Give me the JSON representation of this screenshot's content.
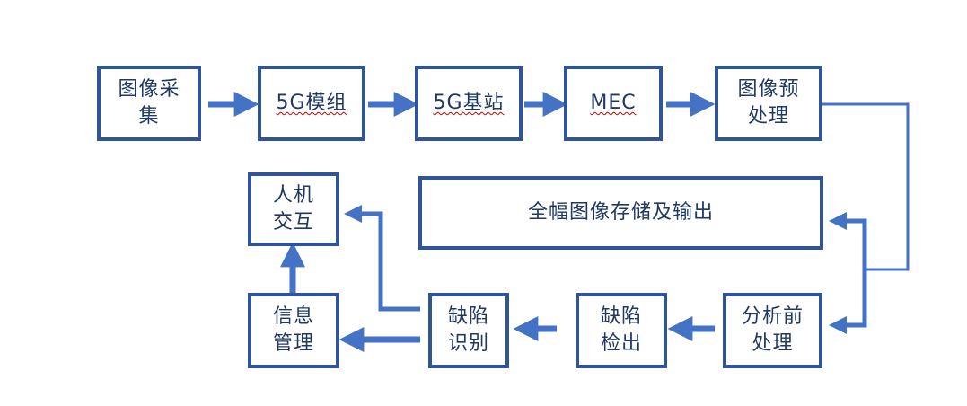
{
  "diagram": {
    "colors": {
      "box_border": "#2F5597",
      "arrow": "#4472C4",
      "text": "#1F3864"
    },
    "nodes": {
      "capture": {
        "label": "图像采\n集"
      },
      "module5g": {
        "label": "5G模组"
      },
      "station5g": {
        "label": "5G基站"
      },
      "mec": {
        "label": "MEC"
      },
      "preprocess": {
        "label": "图像预\n处理"
      },
      "storage": {
        "label": "全幅图像存储及输出"
      },
      "preanalysis": {
        "label": "分析前\n处理"
      },
      "detect": {
        "label": "缺陷\n检出"
      },
      "recognize": {
        "label": "缺陷\n识别"
      },
      "infomgmt": {
        "label": "信息\n管理"
      },
      "hci": {
        "label": "人机\n交互"
      }
    },
    "edges": [
      {
        "from": "图像采集",
        "to": "5G模组"
      },
      {
        "from": "5G模组",
        "to": "5G基站"
      },
      {
        "from": "5G基站",
        "to": "MEC"
      },
      {
        "from": "MEC",
        "to": "图像预处理"
      },
      {
        "from": "图像预处理",
        "to": "全幅图像存储及输出"
      },
      {
        "from": "图像预处理",
        "to": "分析前处理"
      },
      {
        "from": "分析前处理",
        "to": "缺陷检出"
      },
      {
        "from": "缺陷检出",
        "to": "缺陷识别"
      },
      {
        "from": "缺陷识别",
        "to": "信息管理"
      },
      {
        "from": "缺陷识别",
        "to": "人机交互"
      },
      {
        "from": "信息管理",
        "to": "人机交互"
      }
    ]
  }
}
